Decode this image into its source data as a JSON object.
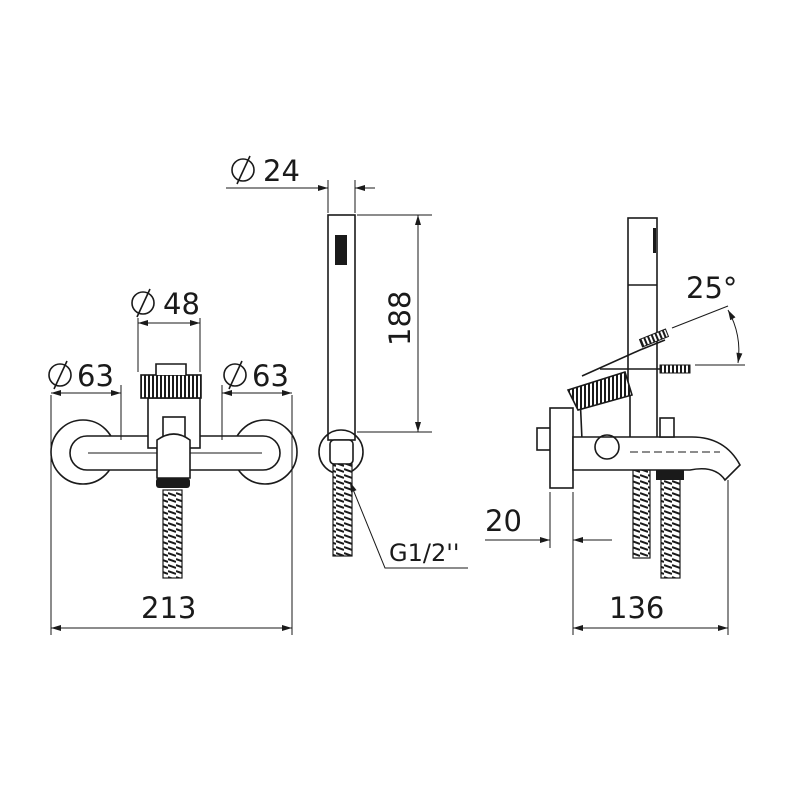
{
  "dimensions": {
    "shower_diameter": "24",
    "cartridge_diameter": "48",
    "rosette_left_diameter": "63",
    "rosette_right_diameter": "63",
    "shower_length": "188",
    "overall_width": "213",
    "overall_depth": "136",
    "rosette_depth": "20",
    "lever_angle": "25°",
    "thread": "G1/2''"
  },
  "colors": {
    "line": "#1a1a1a",
    "background": "#ffffff"
  }
}
